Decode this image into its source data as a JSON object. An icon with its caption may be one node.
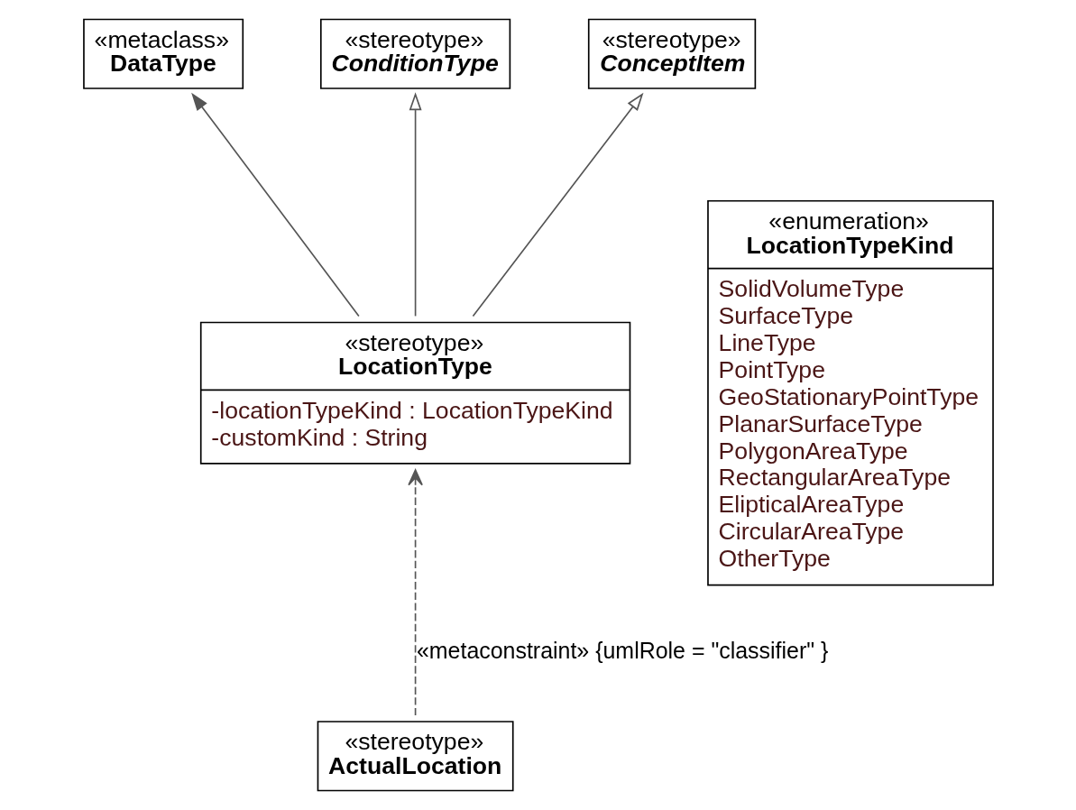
{
  "diagram": {
    "nodes": [
      {
        "text": [
          "«metaclass»",
          "DataType"
        ]
      },
      {
        "text": [
          "«stereotype»",
          "ConditionType"
        ]
      },
      {
        "text": [
          "«stereotype»",
          "ConceptItem"
        ]
      },
      {
        "text": [
          "«stereotype»",
          "LocationType",
          "-locationTypeKind : LocationTypeKind",
          "-customKind : String"
        ]
      },
      {
        "text": [
          "«enumeration»",
          "LocationTypeKind",
          "SolidVolumeType",
          "SurfaceType",
          "LineType",
          "PointType",
          "GeoStationaryPointType",
          "PlanarSurfaceType",
          "PolygonAreaType",
          "RectangularAreaType",
          "ElipticalAreaType",
          "CircularAreaType",
          "OtherType"
        ]
      },
      {
        "text": [
          "«stereotype»",
          "ActualLocation"
        ]
      }
    ],
    "edges": [
      {
        "from": 3,
        "to": 0,
        "arrow": "to"
      },
      {
        "from": 3,
        "to": 1,
        "arrow": "to"
      },
      {
        "from": 3,
        "to": 2,
        "arrow": "to"
      },
      {
        "from": 5,
        "to": 3,
        "arrow": "to",
        "style": "dashed",
        "label": "«metaconstraint» {umlRole = \"classifier\" }"
      }
    ]
  }
}
